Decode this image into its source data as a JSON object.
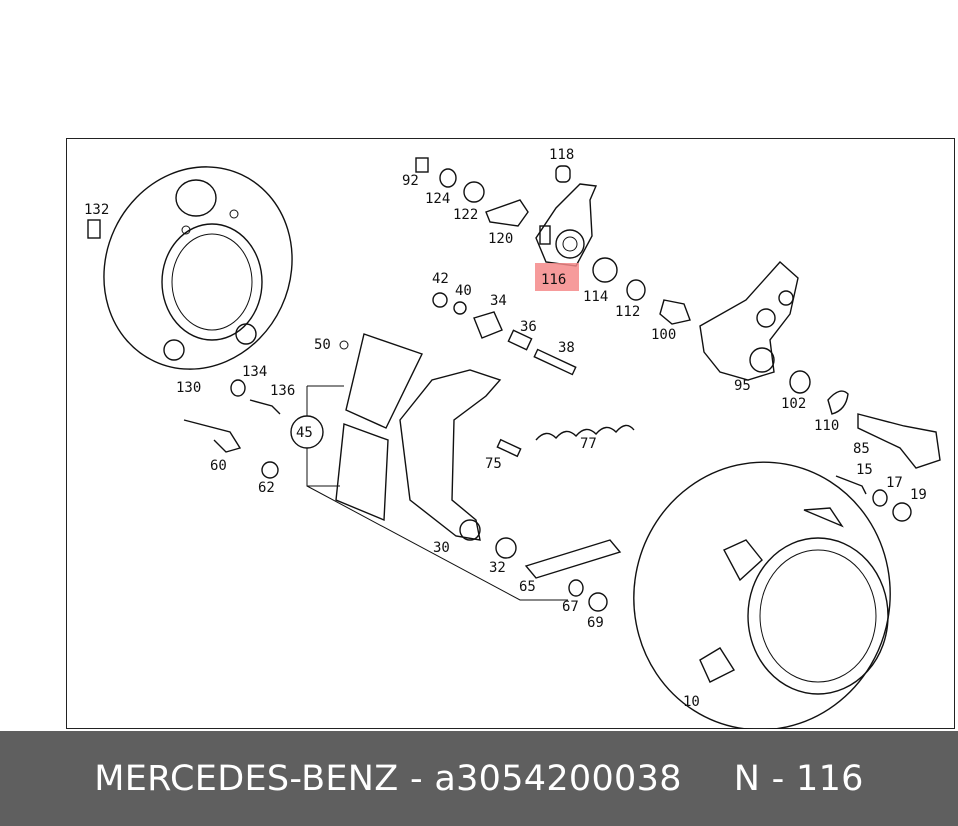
{
  "footer": {
    "brand_part": "MERCEDES-BENZ - a3054200038",
    "position": "N - 116"
  },
  "highlight": {
    "label": "116",
    "color": "#f48a8a"
  },
  "labels": {
    "l132": "132",
    "l130": "130",
    "l92": "92",
    "l124": "124",
    "l122": "122",
    "l120": "120",
    "l118": "118",
    "l116": "116",
    "l114": "114",
    "l112": "112",
    "l100": "100",
    "l95": "95",
    "l42": "42",
    "l40": "40",
    "l34": "34",
    "l36": "36",
    "l38": "38",
    "l50": "50",
    "l45": "45",
    "l134": "134",
    "l136": "136",
    "l60": "60",
    "l62": "62",
    "l75": "75",
    "l77": "77",
    "l30": "30",
    "l32": "32",
    "l65": "65",
    "l67": "67",
    "l69": "69",
    "l102": "102",
    "l110": "110",
    "l85": "85",
    "l15": "15",
    "l17": "17",
    "l19": "19",
    "l10": "10"
  }
}
